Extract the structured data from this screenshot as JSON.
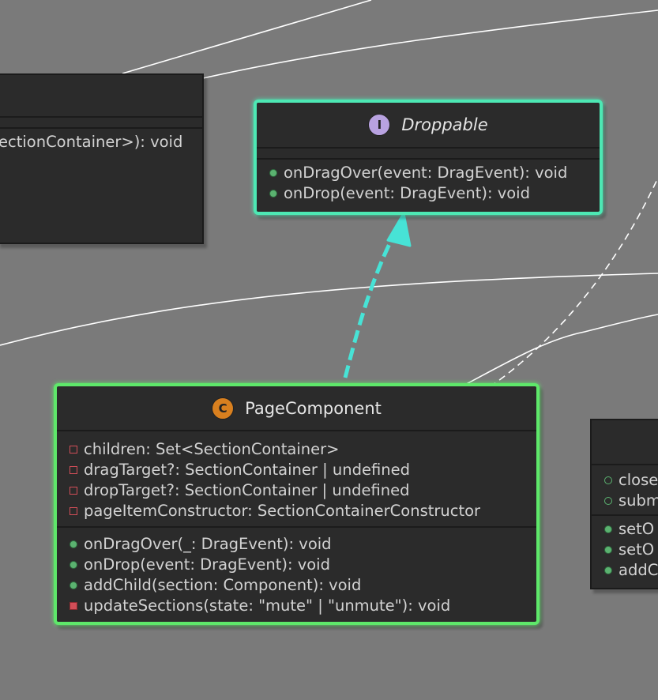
{
  "interface_droppable": {
    "stereotype": "I",
    "name": "Droppable",
    "methods": [
      {
        "text": "onDragOver(event: DragEvent): void"
      },
      {
        "text": "onDrop(event: DragEvent): void"
      }
    ]
  },
  "class_page_component": {
    "stereotype": "C",
    "name": "PageComponent",
    "fields": [
      {
        "text": "children: Set<SectionContainer>"
      },
      {
        "text": "dragTarget?: SectionContainer | undefined"
      },
      {
        "text": "dropTarget?: SectionContainer | undefined"
      },
      {
        "text": "pageItemConstructor: SectionContainerConstructor"
      }
    ],
    "methods": [
      {
        "text": "onDragOver(_: DragEvent): void"
      },
      {
        "text": "onDrop(event: DragEvent): void"
      },
      {
        "text": "addChild(section: Component): void"
      },
      {
        "text": "updateSections(state: \"mute\" | \"unmute\"): void"
      }
    ]
  },
  "class_left_partial": {
    "methods": [
      {
        "text": "ectionContainer>): void"
      }
    ]
  },
  "class_right_partial": {
    "fields": [
      {
        "text": "close"
      },
      {
        "text": "subm"
      }
    ],
    "methods": [
      {
        "text": "setO"
      },
      {
        "text": "setO"
      },
      {
        "text": "addC"
      }
    ]
  }
}
